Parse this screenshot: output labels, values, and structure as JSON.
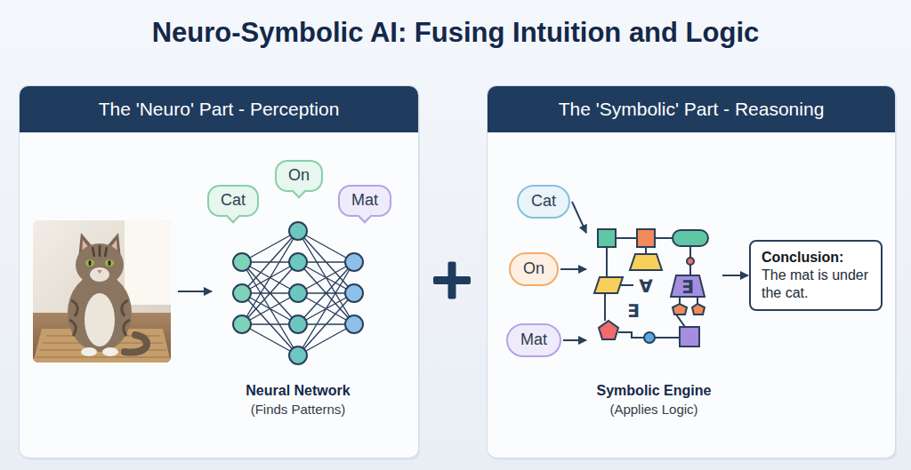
{
  "diagram": {
    "title": "Neuro-Symbolic AI: Fusing Intuition and Logic",
    "nodes": [
      {
        "text": [
          "The 'Neuro' Part - Perception"
        ]
      },
      {
        "text": [
          "Cat"
        ],
        "in": 0
      },
      {
        "text": [
          "On"
        ],
        "in": 0
      },
      {
        "text": [
          "Mat"
        ],
        "in": 0
      },
      {
        "text": [
          "Neural Network",
          "(Finds Patterns)"
        ],
        "in": 0
      },
      {
        "text": [
          "The 'Symbolic' Part - Reasoning"
        ]
      },
      {
        "text": [
          "Cat"
        ],
        "in": 5
      },
      {
        "text": [
          "On"
        ],
        "in": 5
      },
      {
        "text": [
          "Mat"
        ],
        "in": 5
      },
      {
        "text": [
          "Symbolic Engine",
          "(Applies Logic)"
        ],
        "in": 5
      },
      {
        "text": [
          "Conclusion:",
          "The mat is under the cat."
        ],
        "in": 5
      }
    ],
    "edges": [
      {
        "from": 6,
        "to": 9,
        "arrow": "to"
      },
      {
        "from": 7,
        "to": 9,
        "arrow": "to"
      },
      {
        "from": 8,
        "to": 9,
        "arrow": "to"
      },
      {
        "from": 9,
        "to": 10,
        "arrow": "to"
      }
    ],
    "labels": [
      "∀",
      "∃",
      "∃"
    ]
  }
}
